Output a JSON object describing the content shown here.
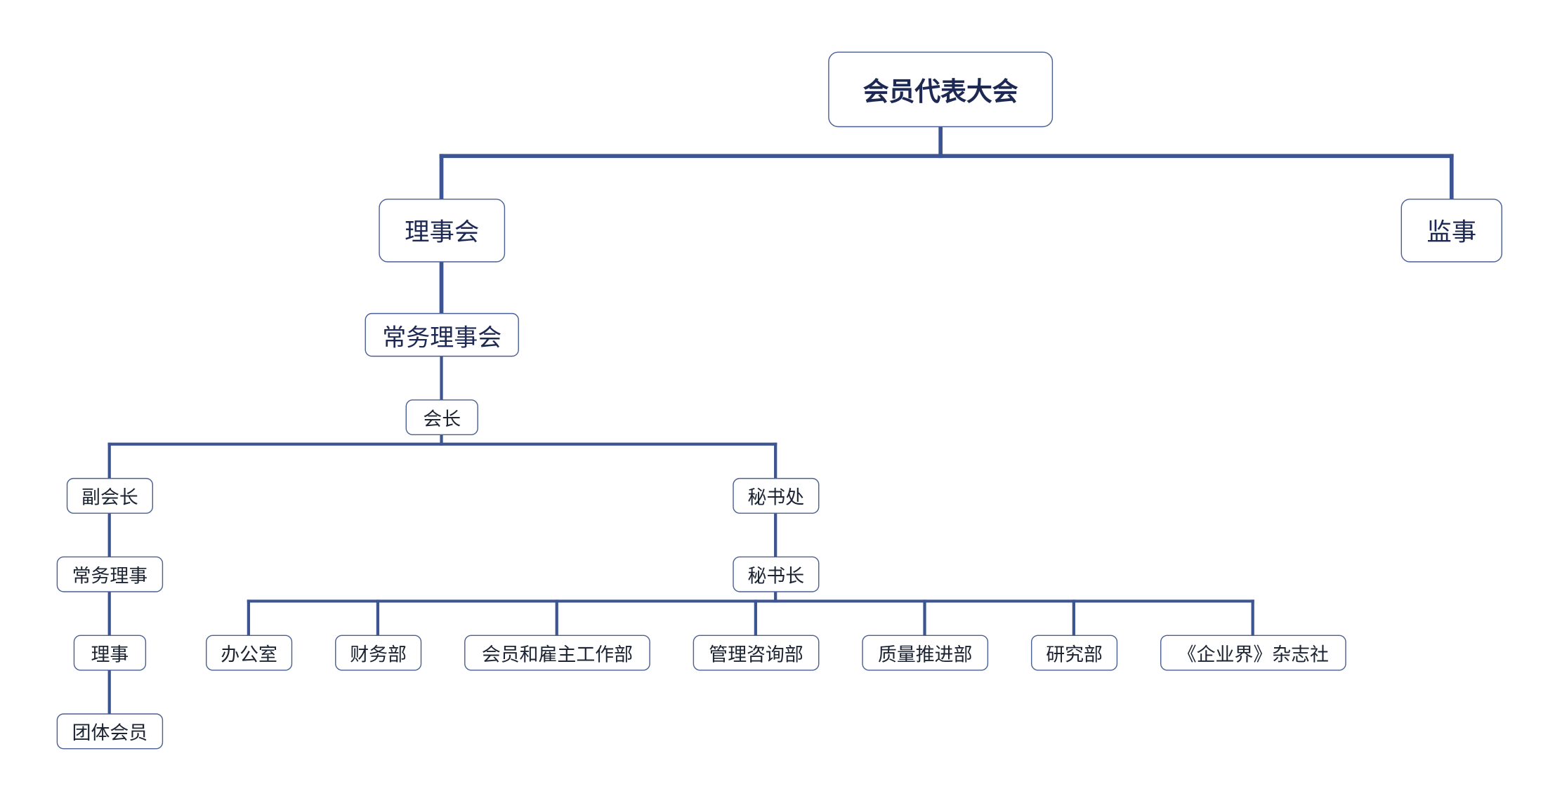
{
  "org_chart": {
    "root": "会员代表大会",
    "level1": {
      "council": "理事会",
      "supervisor": "监事"
    },
    "standing_council": "常务理事会",
    "president": "会长",
    "vice_branch": {
      "vice_president": "副会长",
      "standing_director": "常务理事",
      "director": "理事",
      "group_member": "团体会员"
    },
    "secretariat_branch": {
      "secretariat": "秘书处",
      "secretary_general": "秘书长",
      "departments": [
        "办公室",
        "财务部",
        "会员和雇主工作部",
        "管理咨询部",
        "质量推进部",
        "研究部",
        "《企业界》杂志社"
      ]
    }
  },
  "colors": {
    "connector": "#3d5492",
    "node_border": "#4a5f93",
    "node_text": "#1c2433"
  }
}
